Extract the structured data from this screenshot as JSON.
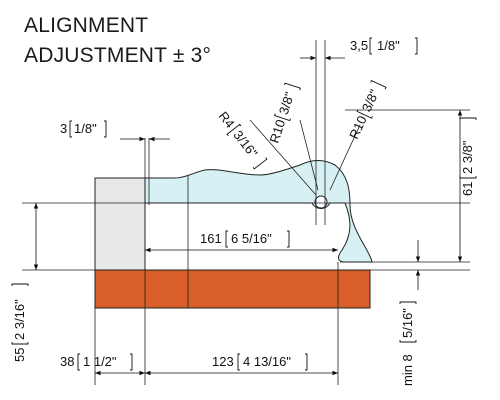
{
  "title": {
    "line1": "ALIGNMENT",
    "line2": "ADJUSTMENT ± 3°"
  },
  "dimensions": {
    "d_3_5": "3,5",
    "d_3_5_in": "1/8\"",
    "d_3": "3",
    "d_3_in": "1/8\"",
    "r10_top": "R10",
    "r10_top_in": "3/8\"",
    "r4": "R4",
    "r4_in": "3/16\"",
    "r10_right": "R10",
    "r10_right_in": "3/8\"",
    "d_61": "61",
    "d_61_in": "2 3/8\"",
    "d_161": "161",
    "d_161_in": "6 5/16\"",
    "d_55": "55",
    "d_55_in": "2 3/16\"",
    "d_38": "38",
    "d_38_in": "1 1/2\"",
    "d_123": "123",
    "d_123_in": "4 13/16\"",
    "min8": "min 8",
    "min8_in": "5/16\""
  },
  "colors": {
    "fixed_block": "#e8e8e8",
    "clamp_profile": "#d6f0f4",
    "base_bar": "#d95f2a",
    "outline": "#222222"
  }
}
